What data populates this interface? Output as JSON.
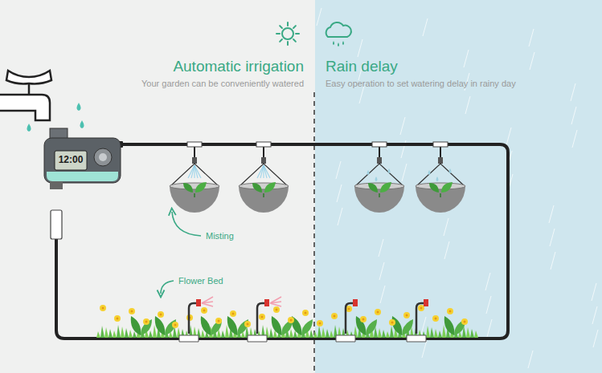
{
  "diagram": {
    "labels": [
      "Automatic irrigation",
      "Your garden can be conveniently watered",
      "Rain delay",
      "Easy operation to set watering delay in rainy day",
      "12:00",
      "Misting",
      "Flower Bed"
    ]
  }
}
